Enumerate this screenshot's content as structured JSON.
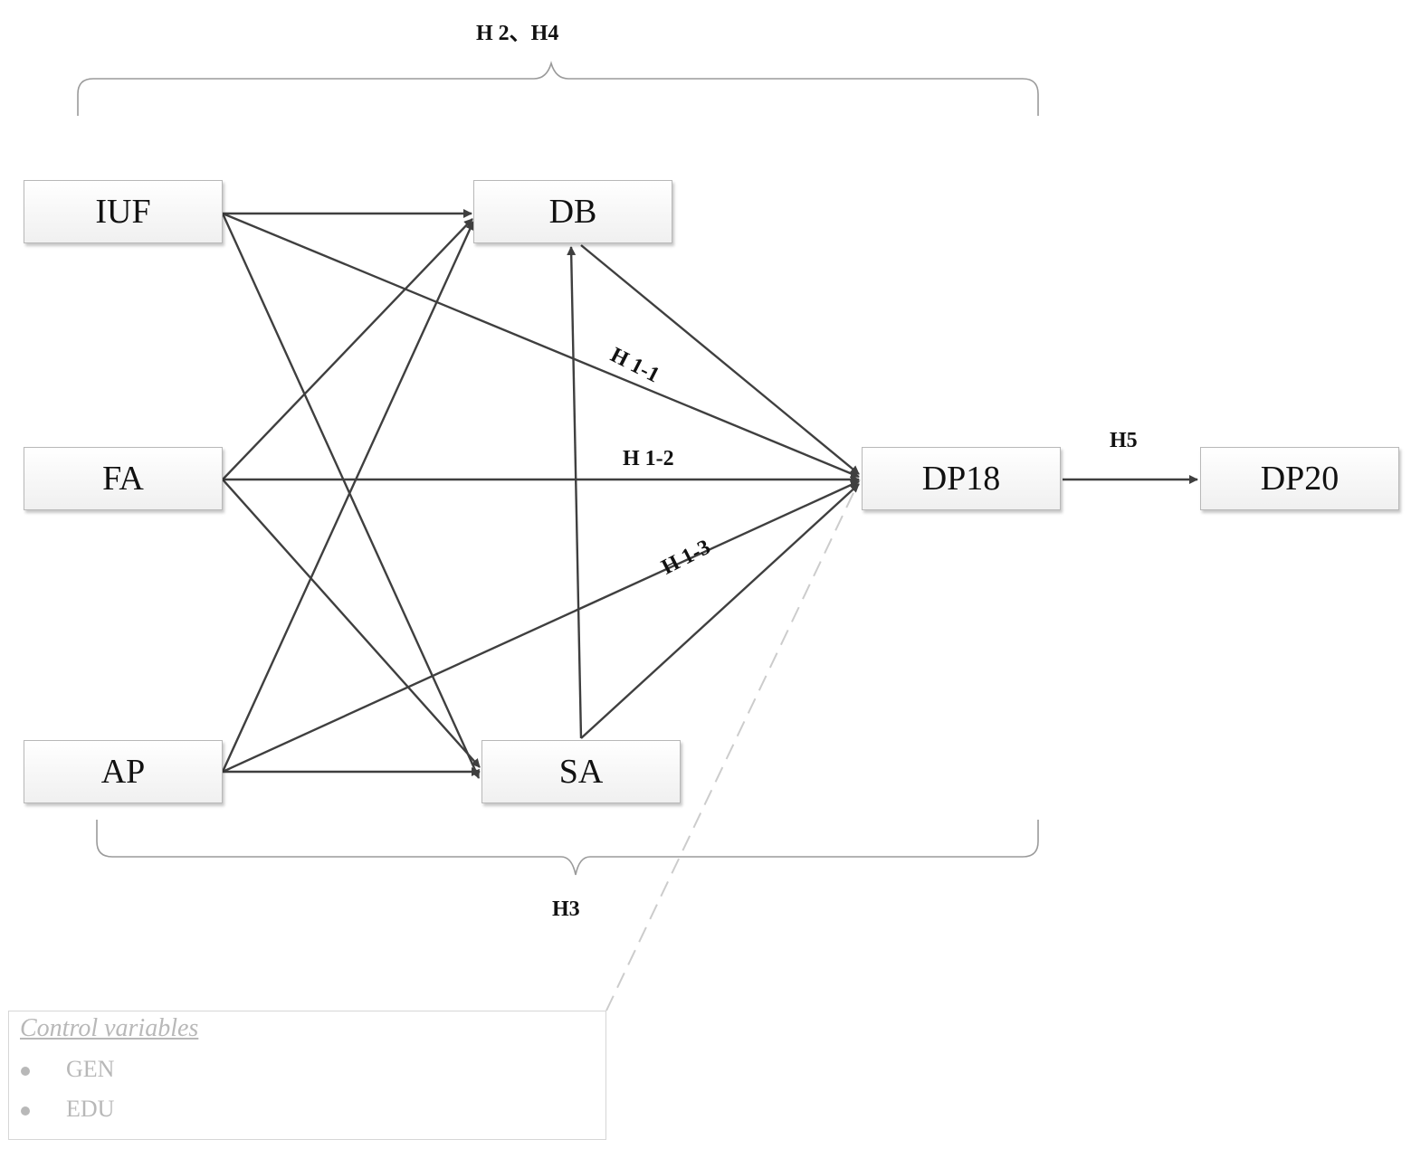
{
  "nodes": {
    "iuf": "IUF",
    "db": "DB",
    "fa": "FA",
    "dp18": "DP18",
    "dp20": "DP20",
    "ap": "AP",
    "sa": "SA"
  },
  "labels": {
    "top_brace": "H 2、H4",
    "bottom_brace": "H3",
    "h1_1": "H 1-1",
    "h1_2": "H 1-2",
    "h1_3": "H 1-3",
    "h5": "H5"
  },
  "control_variables": {
    "title": "Control variables",
    "items": [
      "GEN",
      "EDU"
    ]
  },
  "edges": [
    {
      "from": "IUF",
      "to": "DB"
    },
    {
      "from": "IUF",
      "to": "DP18",
      "label": "H 1-1"
    },
    {
      "from": "IUF",
      "to": "SA"
    },
    {
      "from": "FA",
      "to": "DB"
    },
    {
      "from": "FA",
      "to": "DP18",
      "label": "H 1-2"
    },
    {
      "from": "FA",
      "to": "SA"
    },
    {
      "from": "AP",
      "to": "DB"
    },
    {
      "from": "AP",
      "to": "DP18",
      "label": "H 1-3"
    },
    {
      "from": "AP",
      "to": "SA"
    },
    {
      "from": "SA",
      "to": "DB"
    },
    {
      "from": "SA",
      "to": "DP18"
    },
    {
      "from": "DB",
      "to": "DP18"
    },
    {
      "from": "DP18",
      "to": "DP20",
      "label": "H5"
    },
    {
      "from": "Control variables",
      "to": "DP18",
      "style": "dashed"
    }
  ],
  "colors": {
    "arrow": "#3f3f3f",
    "brace": "#9a9a9a",
    "control": "#b8b8b8"
  }
}
